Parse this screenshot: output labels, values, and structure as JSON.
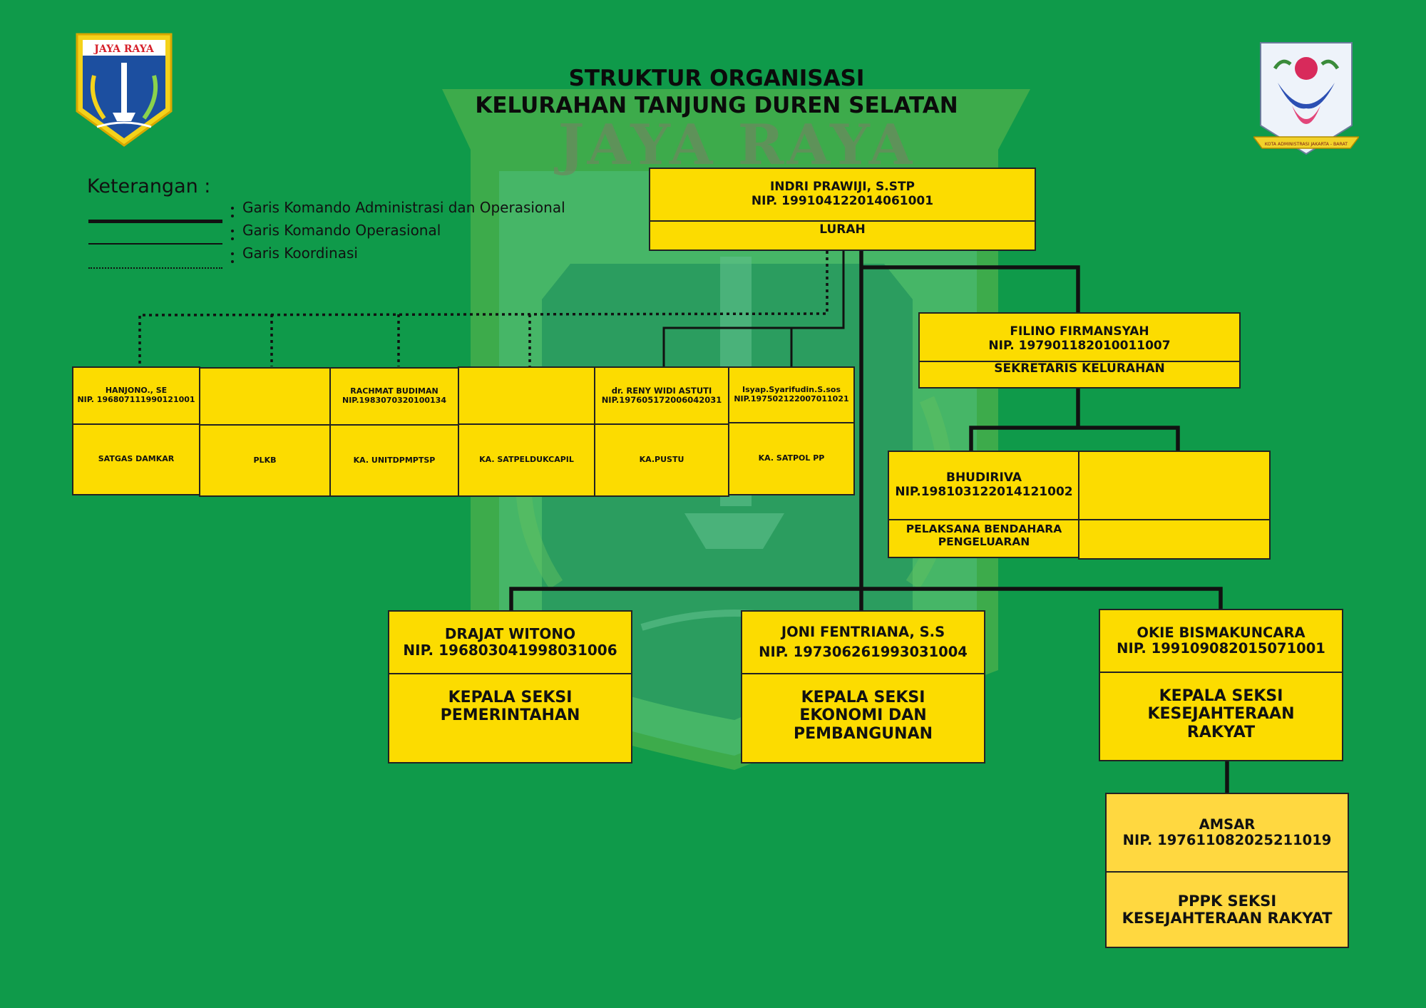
{
  "title": {
    "line1": "STRUKTUR ORGANISASI",
    "line2": "KELURAHAN TANJUNG DUREN SELATAN"
  },
  "watermark_text": "JAYA RAYA",
  "logos": {
    "left": {
      "icon": "dki-jakarta-emblem-icon",
      "text": "JAYA RAYA"
    },
    "right": {
      "icon": "jakarta-barat-emblem-icon",
      "text": "KOTA ADMINISTRASI JAKARTA - BARAT"
    }
  },
  "legend": {
    "title": "Keterangan :",
    "items": [
      {
        "label": "Garis Komando Administrasi dan Operasional",
        "style": "thick"
      },
      {
        "label": "Garis Komando Operasional",
        "style": "thin"
      },
      {
        "label": "Garis Koordinasi",
        "style": "dotted"
      }
    ]
  },
  "colors": {
    "background": "#0f9a4a",
    "box": "#fcdc00",
    "box_light": "#ffd840",
    "line": "#111111"
  },
  "nodes": {
    "lurah": {
      "name": "INDRI PRAWIJI, S.STP",
      "nip": "NIP. 199104122014061001",
      "position": "LURAH"
    },
    "sekretaris": {
      "name": "FILINO FIRMANSYAH",
      "nip": "NIP. 197901182010011007",
      "position": "SEKRETARIS KELURAHAN"
    },
    "bendahara": {
      "name": "BHUDIRIVA",
      "nip": "NIP.198103122014121002",
      "position": "PELAKSANA BENDAHARA PENGELUARAN"
    },
    "blank_staff": {
      "name": "",
      "nip": "",
      "position": ""
    },
    "satgas": {
      "name": "HANJONO., SE",
      "nip": "NIP. 196807111990121001",
      "position": "SATGAS DAMKAR"
    },
    "plkb": {
      "name": "",
      "nip": "",
      "position": "PLKB"
    },
    "ptsp": {
      "name": "RACHMAT BUDIMAN",
      "nip": "NIP.1983070320100134",
      "position": "KA. UNITDPMPTSP"
    },
    "dukcapil": {
      "name": "",
      "nip": "",
      "position": "KA. SATPELDUKCAPIL"
    },
    "pustu": {
      "name": "dr. RENY WIDI ASTUTI",
      "nip": "NIP.197605172006042031",
      "position": "KA.PUSTU"
    },
    "satpol": {
      "name": "Isyap.Syarifudin.S.sos",
      "nip": "NIP.197502122007011021",
      "position": "KA. SATPOL PP"
    },
    "pemerintahan": {
      "name": "DRAJAT WITONO",
      "nip": "NIP. 196803041998031006",
      "position": "KEPALA SEKSI PEMERINTAHAN"
    },
    "ekonomi": {
      "name": "JONI FENTRIANA, S.S",
      "nip": "NIP. 197306261993031004",
      "position": "KEPALA SEKSI EKONOMI DAN PEMBANGUNAN"
    },
    "kesra": {
      "name": "OKIE BISMAKUNCARA",
      "nip": "NIP. 199109082015071001",
      "position": "KEPALA SEKSI KESEJAHTERAAN RAKYAT"
    },
    "pppk": {
      "name": "AMSAR",
      "nip": "NIP. 197611082025211019",
      "position": "PPPK SEKSI KESEJAHTERAAN RAKYAT"
    }
  }
}
